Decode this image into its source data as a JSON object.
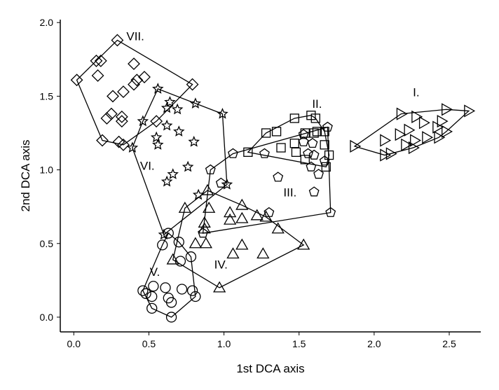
{
  "chart_data": {
    "type": "scatter",
    "title": "",
    "xlabel": "1st DCA axis",
    "ylabel": "2nd DCA axis",
    "xlim": [
      -0.09,
      2.71
    ],
    "ylim": [
      -0.1,
      2.02
    ],
    "xticks": [
      "0.0",
      "0.5",
      "1.0",
      "1.5",
      "2.0",
      "2.5"
    ],
    "yticks": [
      "0.0",
      "0.5",
      "1.0",
      "1.5",
      "2.0"
    ],
    "grid": false,
    "hulls": true,
    "groups": [
      {
        "name": "I.",
        "marker": "triangle-right",
        "label_at": [
          2.28,
          1.5
        ],
        "points": [
          [
            1.87,
            1.16
          ],
          [
            2.18,
            1.38
          ],
          [
            2.48,
            1.41
          ],
          [
            2.63,
            1.4
          ],
          [
            2.42,
            1.29
          ],
          [
            2.33,
            1.32
          ],
          [
            2.45,
            1.33
          ],
          [
            2.48,
            1.26
          ],
          [
            2.07,
            1.2
          ],
          [
            2.07,
            1.1
          ],
          [
            2.11,
            1.11
          ],
          [
            2.17,
            1.24
          ],
          [
            2.23,
            1.27
          ],
          [
            2.21,
            1.17
          ],
          [
            2.27,
            1.2
          ],
          [
            2.43,
            1.22
          ],
          [
            2.35,
            1.22
          ],
          [
            2.26,
            1.15
          ],
          [
            2.28,
            1.36
          ]
        ]
      },
      {
        "name": "II.",
        "marker": "square",
        "label_at": [
          1.62,
          1.42
        ],
        "points": [
          [
            1.47,
            1.35
          ],
          [
            1.58,
            1.37
          ],
          [
            1.61,
            1.35
          ],
          [
            1.28,
            1.25
          ],
          [
            1.35,
            1.26
          ],
          [
            1.16,
            1.12
          ],
          [
            1.38,
            1.15
          ],
          [
            1.47,
            1.18
          ],
          [
            1.48,
            1.12
          ],
          [
            1.54,
            1.25
          ],
          [
            1.62,
            1.26
          ],
          [
            1.67,
            1.17
          ],
          [
            1.7,
            1.1
          ],
          [
            1.54,
            1.07
          ],
          [
            1.68,
            1.02
          ],
          [
            1.67,
            1.26
          ],
          [
            1.6,
            1.25
          ]
        ]
      },
      {
        "name": "III.",
        "marker": "pentagon",
        "label_at": [
          1.44,
          0.82
        ],
        "points": [
          [
            1.69,
            1.29
          ],
          [
            1.06,
            1.11
          ],
          [
            1.27,
            1.11
          ],
          [
            1.36,
            0.95
          ],
          [
            1.6,
            0.85
          ],
          [
            1.71,
            0.71
          ],
          [
            1.63,
            0.97
          ],
          [
            1.58,
            1.02
          ],
          [
            1.53,
            1.19
          ],
          [
            1.56,
            1.11
          ],
          [
            1.6,
            1.1
          ],
          [
            1.59,
            1.18
          ],
          [
            1.53,
            1.24
          ],
          [
            1.67,
            1.06
          ],
          [
            1.3,
            0.71
          ],
          [
            0.86,
            0.57
          ],
          [
            0.98,
            0.91
          ],
          [
            0.91,
            1.0
          ]
        ]
      },
      {
        "name": "IV.",
        "marker": "triangle-up",
        "label_at": [
          0.98,
          0.33
        ],
        "points": [
          [
            0.74,
            0.74
          ],
          [
            0.9,
            0.74
          ],
          [
            0.89,
            0.86
          ],
          [
            1.04,
            0.71
          ],
          [
            1.12,
            0.76
          ],
          [
            1.04,
            0.66
          ],
          [
            1.12,
            0.67
          ],
          [
            1.22,
            0.69
          ],
          [
            1.36,
            0.6
          ],
          [
            1.53,
            0.49
          ],
          [
            0.87,
            0.64
          ],
          [
            0.87,
            0.6
          ],
          [
            0.81,
            0.5
          ],
          [
            0.88,
            0.5
          ],
          [
            1.06,
            0.43
          ],
          [
            1.12,
            0.49
          ],
          [
            1.26,
            0.43
          ],
          [
            0.97,
            0.2
          ],
          [
            0.66,
            0.39
          ],
          [
            1.28,
            0.68
          ]
        ]
      },
      {
        "name": "V.",
        "marker": "circle",
        "label_at": [
          0.54,
          0.28
        ],
        "points": [
          [
            0.63,
            0.57
          ],
          [
            0.59,
            0.49
          ],
          [
            0.7,
            0.51
          ],
          [
            0.78,
            0.41
          ],
          [
            0.71,
            0.38
          ],
          [
            0.46,
            0.18
          ],
          [
            0.53,
            0.21
          ],
          [
            0.61,
            0.2
          ],
          [
            0.72,
            0.19
          ],
          [
            0.79,
            0.18
          ],
          [
            0.81,
            0.14
          ],
          [
            0.52,
            0.14
          ],
          [
            0.63,
            0.13
          ],
          [
            0.65,
            0.1
          ],
          [
            0.52,
            0.06
          ],
          [
            0.65,
            0.0
          ],
          [
            0.48,
            0.16
          ]
        ]
      },
      {
        "name": "VI.",
        "marker": "star",
        "label_at": [
          0.49,
          1.0
        ],
        "points": [
          [
            0.56,
            1.55
          ],
          [
            0.81,
            1.45
          ],
          [
            0.99,
            1.38
          ],
          [
            0.64,
            1.46
          ],
          [
            0.62,
            1.42
          ],
          [
            0.69,
            1.41
          ],
          [
            0.46,
            1.33
          ],
          [
            0.62,
            1.3
          ],
          [
            0.7,
            1.26
          ],
          [
            0.55,
            1.22
          ],
          [
            0.56,
            1.17
          ],
          [
            0.8,
            1.19
          ],
          [
            0.39,
            1.15
          ],
          [
            0.76,
            1.02
          ],
          [
            0.66,
            0.97
          ],
          [
            0.62,
            0.92
          ],
          [
            1.02,
            0.9
          ],
          [
            0.6,
            0.56
          ],
          [
            0.83,
            0.83
          ]
        ]
      },
      {
        "name": "VII.",
        "marker": "diamond",
        "label_at": [
          0.41,
          1.88
        ],
        "points": [
          [
            0.29,
            1.88
          ],
          [
            0.15,
            1.74
          ],
          [
            0.18,
            1.74
          ],
          [
            0.02,
            1.61
          ],
          [
            0.16,
            1.64
          ],
          [
            0.4,
            1.72
          ],
          [
            0.47,
            1.63
          ],
          [
            0.42,
            1.61
          ],
          [
            0.4,
            1.58
          ],
          [
            0.79,
            1.58
          ],
          [
            0.33,
            1.53
          ],
          [
            0.26,
            1.5
          ],
          [
            0.25,
            1.38
          ],
          [
            0.32,
            1.33
          ],
          [
            0.32,
            1.36
          ],
          [
            0.22,
            1.35
          ],
          [
            0.55,
            1.33
          ],
          [
            0.19,
            1.2
          ],
          [
            0.3,
            1.19
          ],
          [
            0.33,
            1.17
          ]
        ]
      }
    ]
  }
}
